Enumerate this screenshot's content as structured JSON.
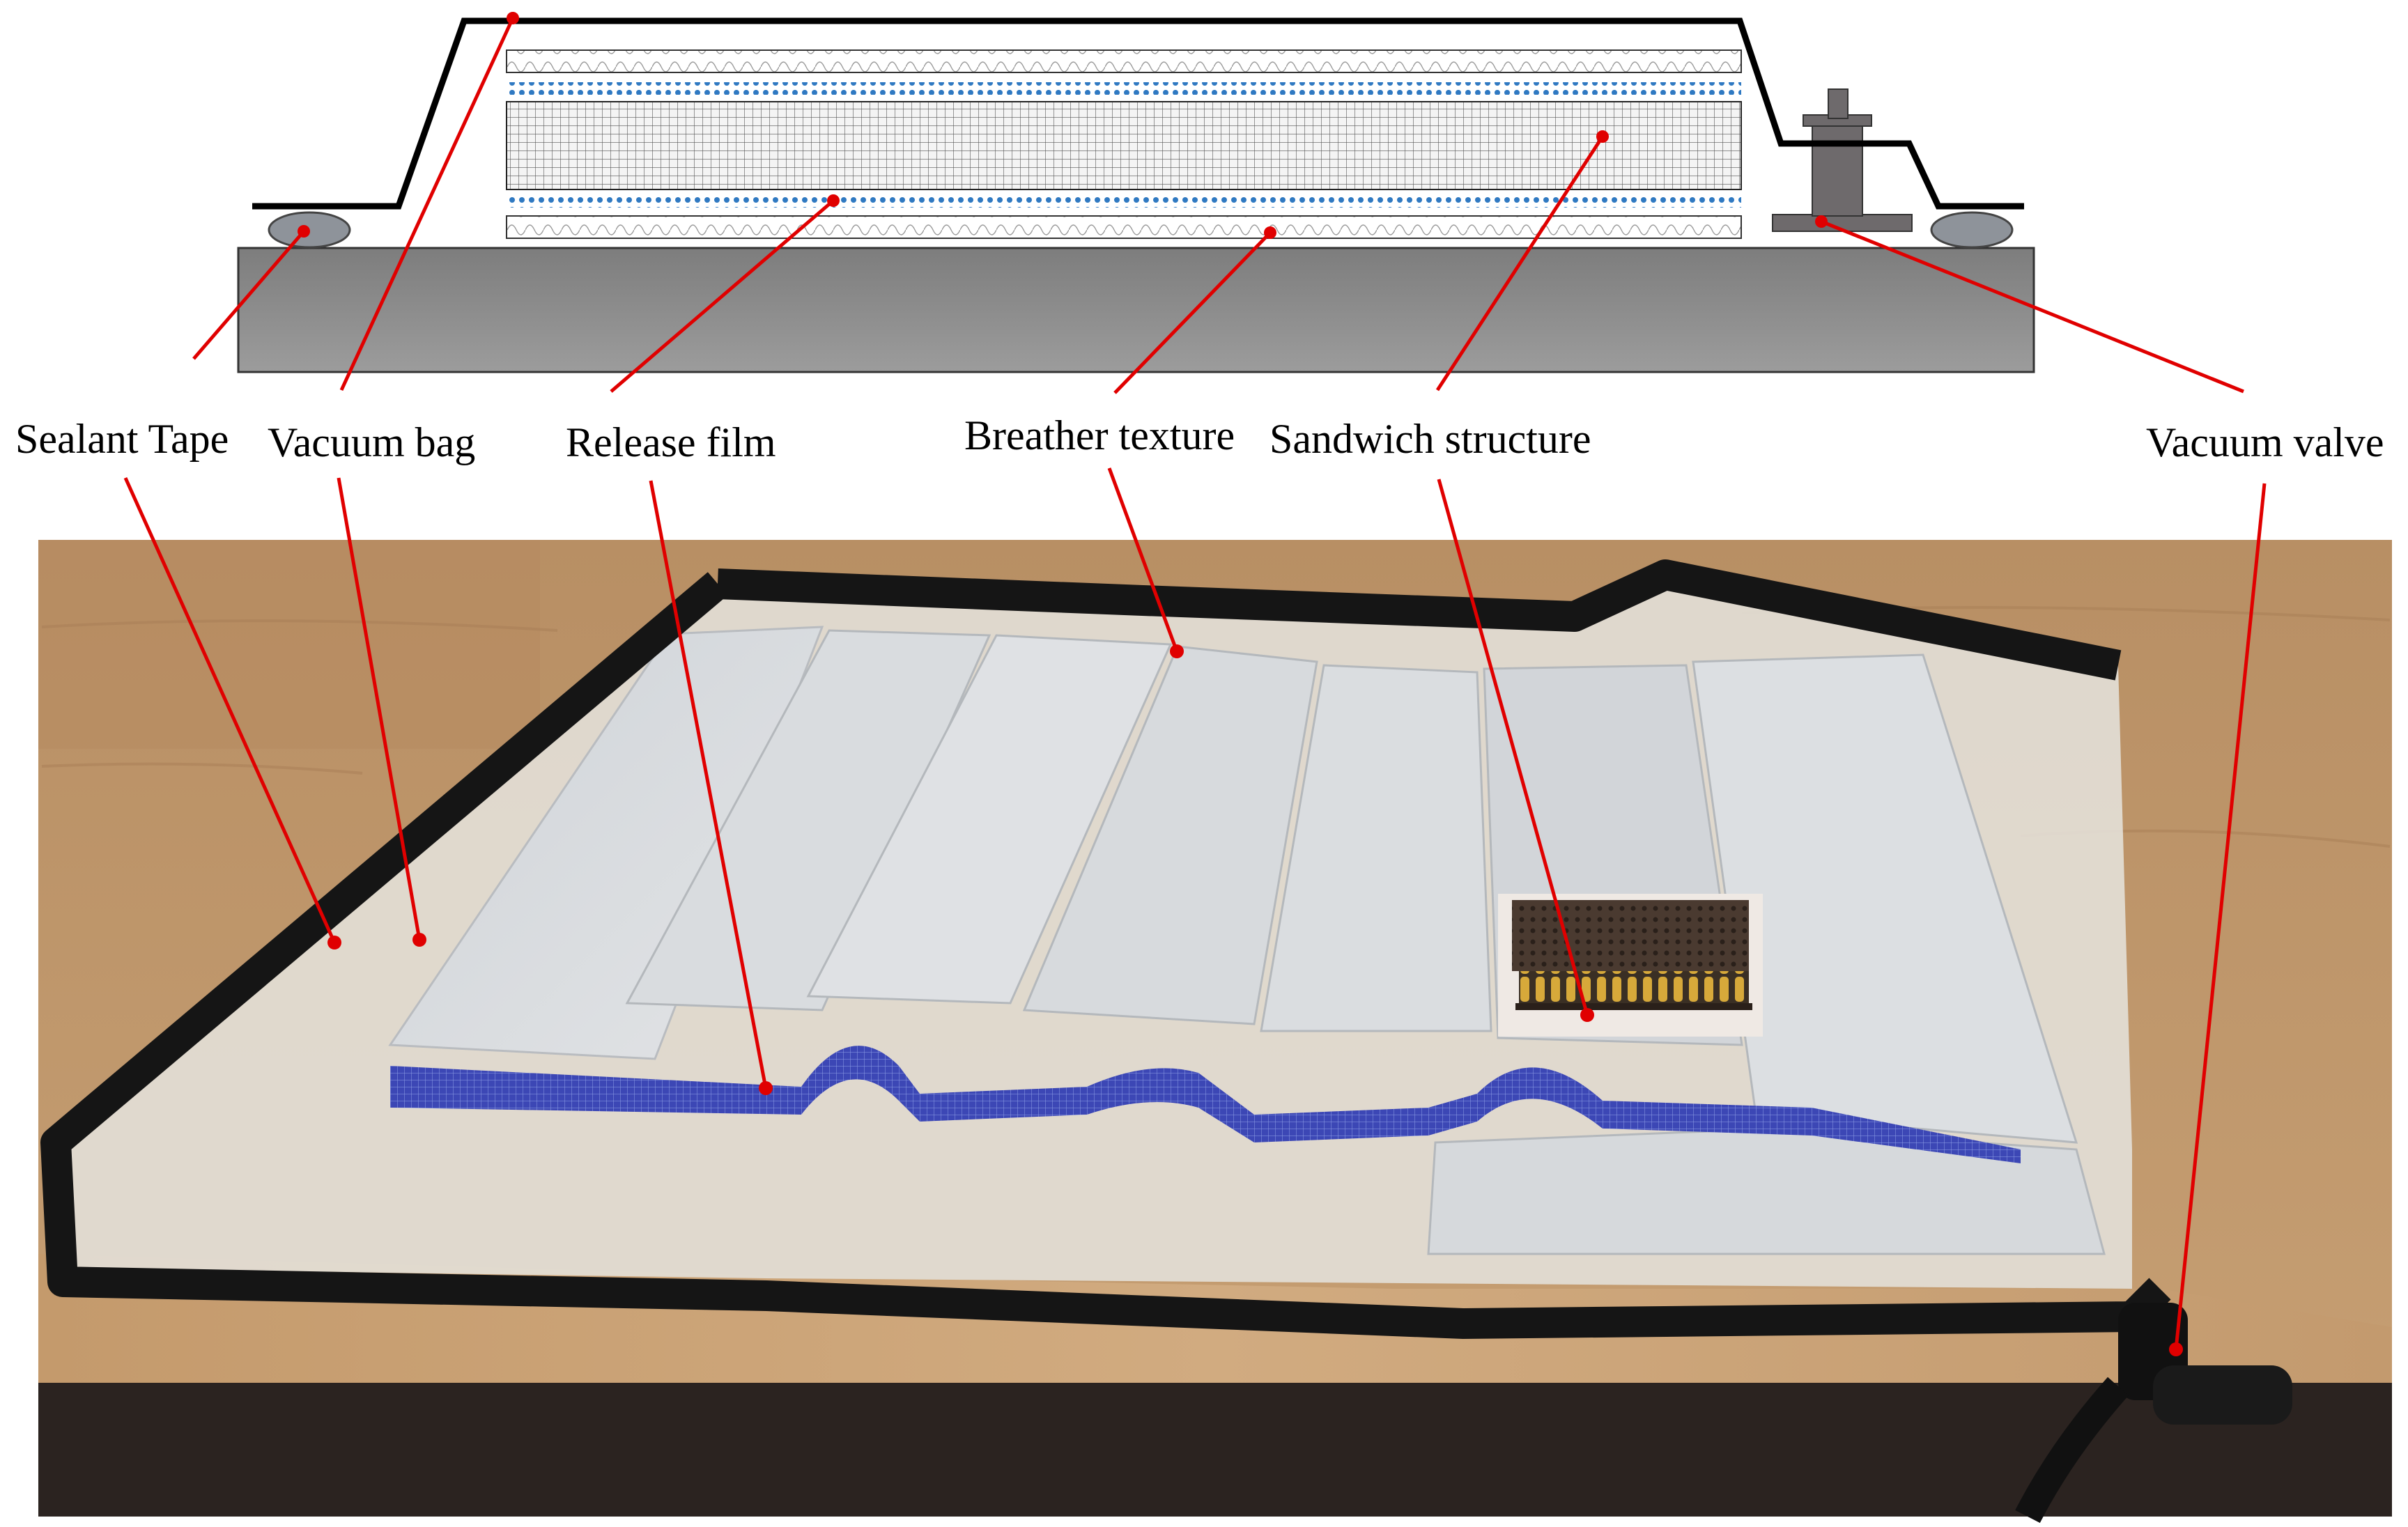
{
  "labels": {
    "sealant_tape": "Sealant Tape",
    "vacuum_bag": "Vacuum bag",
    "release_film": "Release film",
    "breather_texture": "Breather texture",
    "sandwich_structure": "Sandwich structure",
    "vacuum_valve": "Vacuum valve"
  },
  "colors": {
    "leader_line": "#e00000",
    "vacuum_bag_line": "#000000",
    "tool_plate": "#8a8a8a",
    "sealant": "#8e939a",
    "valve": "#6e6a6c",
    "release_film": "#2f79c2",
    "wood": "#c9a27a",
    "breather": "#d5d8dc",
    "blue_strip": "#3c47b5",
    "sealant_black": "#151515"
  }
}
